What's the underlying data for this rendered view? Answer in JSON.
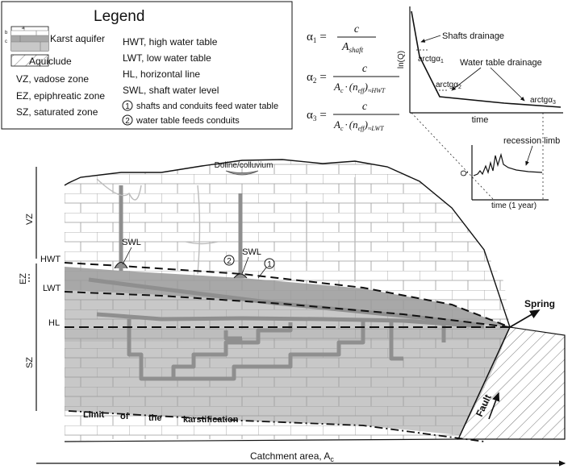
{
  "legend": {
    "title": "Legend",
    "items": {
      "karst_aquifer": "Karst aquifer",
      "aquiclude": "Aquiclude",
      "vz": "VZ, vadose zone",
      "ez": "EZ, epiphreatic zone",
      "sz": "SZ, saturated zone",
      "hwt": "HWT, high water table",
      "lwt": "LWT, low water table",
      "hl": "HL, horizontal line",
      "swl": "SWL, shaft water level",
      "feed1": "shafts and conduits feed water table",
      "feed2": "water table feeds conduits"
    },
    "mini_labels": {
      "a": "a",
      "b": "b",
      "c": "c"
    }
  },
  "equations": {
    "alpha": "α",
    "eq_sign": "=",
    "c": "c",
    "dot": "·",
    "eq1": {
      "sub": "1",
      "den_main": "A",
      "den_sub": "shaft"
    },
    "eq2": {
      "sub": "2",
      "den_main": "A",
      "den_c": "c",
      "den_rest": "(n",
      "den_eff": "eff",
      "den_close": ")",
      "den_cond": "≈HWT"
    },
    "eq3": {
      "sub": "3",
      "den_main": "A",
      "den_c": "c",
      "den_rest": "(n",
      "den_eff": "eff",
      "den_close": ")",
      "den_cond": "≈LWT"
    }
  },
  "recession_plot": {
    "ylabel": "ln(Q)",
    "xlabel": "time",
    "shafts_drainage": "Shafts drainage",
    "water_table_drainage": "Water table drainage",
    "arctg1": "arctgα",
    "arctg1_sub": "1",
    "arctg2": "arctgα",
    "arctg2_sub": "2",
    "arctg3": "arctgα",
    "arctg3_sub": "3"
  },
  "hydrograph_plot": {
    "ylabel": "Q",
    "xlabel": "time (1 year)",
    "recession_limb": "recession limb"
  },
  "cross_section": {
    "doline": "Doline/colluvium",
    "swl_1": "SWL",
    "swl_2": "SWL",
    "marker_1": "1",
    "marker_2": "2",
    "hwt": "HWT",
    "lwt": "LWT",
    "hl": "HL",
    "vz": "VZ",
    "ez": "EZ",
    "sz": "SZ",
    "spring": "Spring",
    "fault": "Fault",
    "limit_words": [
      "Limit",
      "of",
      "the",
      "karstification"
    ],
    "catchment": "Catchment area, A",
    "catchment_sub": "c"
  },
  "colors": {
    "saturated": "#c8c8c8",
    "epiphreatic": "#a8a8a8",
    "conduit": "#8f8f8f",
    "line": "#111111",
    "rock_joint": "#9a9a9a"
  }
}
